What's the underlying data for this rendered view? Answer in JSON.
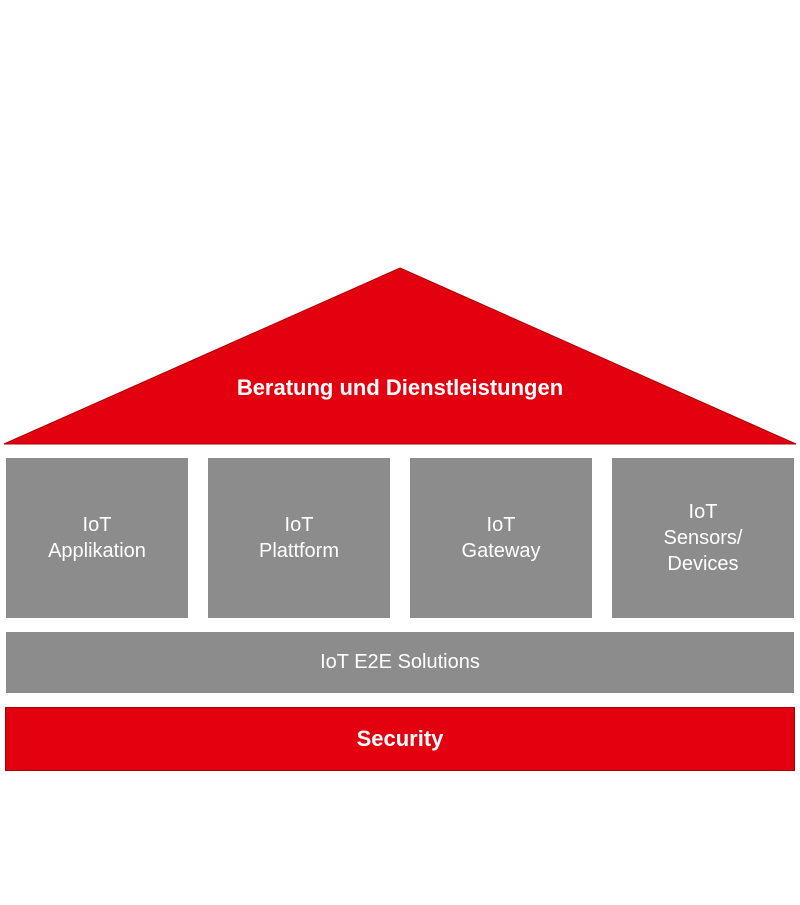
{
  "colors": {
    "red": "#e3000f",
    "red_border": "#a8000b",
    "gray": "#8c8c8c",
    "text": "#ffffff"
  },
  "roof": {
    "label": "Beratung und Dienstleistungen"
  },
  "pillars": [
    {
      "line1": "IoT",
      "line2": "Applikation",
      "line3": ""
    },
    {
      "line1": "IoT",
      "line2": "Plattform",
      "line3": ""
    },
    {
      "line1": "IoT",
      "line2": "Gateway",
      "line3": ""
    },
    {
      "line1": "IoT",
      "line2": "Sensors/",
      "line3": "Devices"
    }
  ],
  "solutions": {
    "label": "IoT E2E Solutions"
  },
  "security": {
    "label": "Security"
  }
}
